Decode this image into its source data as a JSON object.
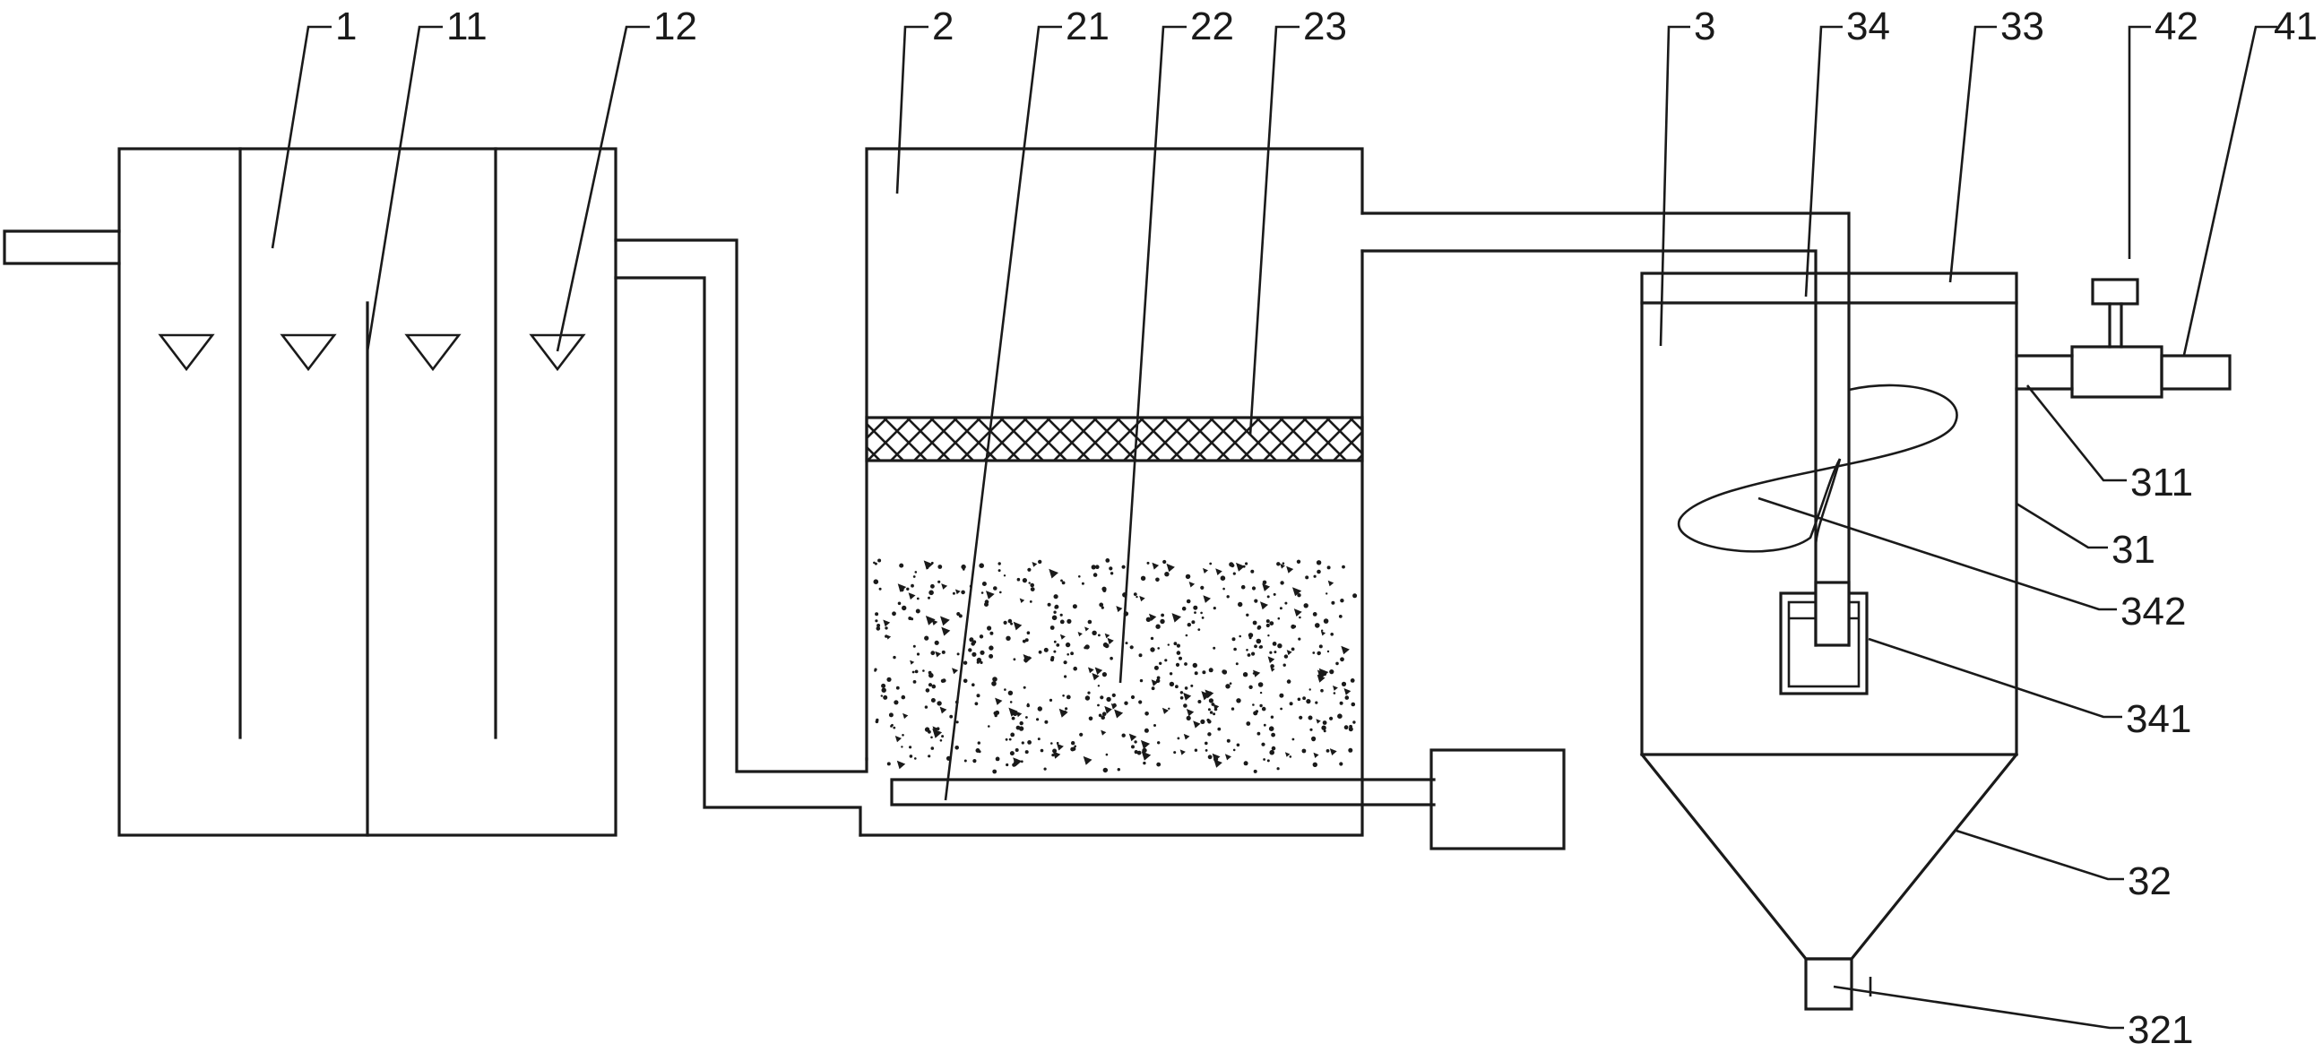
{
  "labels": {
    "tank1": "1",
    "tank1_baffle": "11",
    "tank1_water_level": "12",
    "tank2": "2",
    "tank2_aerator_pipe": "21",
    "tank2_media": "22",
    "tank2_screen": "23",
    "tank3": "3",
    "tank3_spiral_inlet": "34",
    "tank3_top_cover": "33",
    "valve_handle": "42",
    "valve": "41",
    "outlet_pipe": "311",
    "tank3_wall": "31",
    "spiral_tube": "342",
    "inlet_cup": "341",
    "cone_bottom": "32",
    "drain_outlet": "321"
  }
}
